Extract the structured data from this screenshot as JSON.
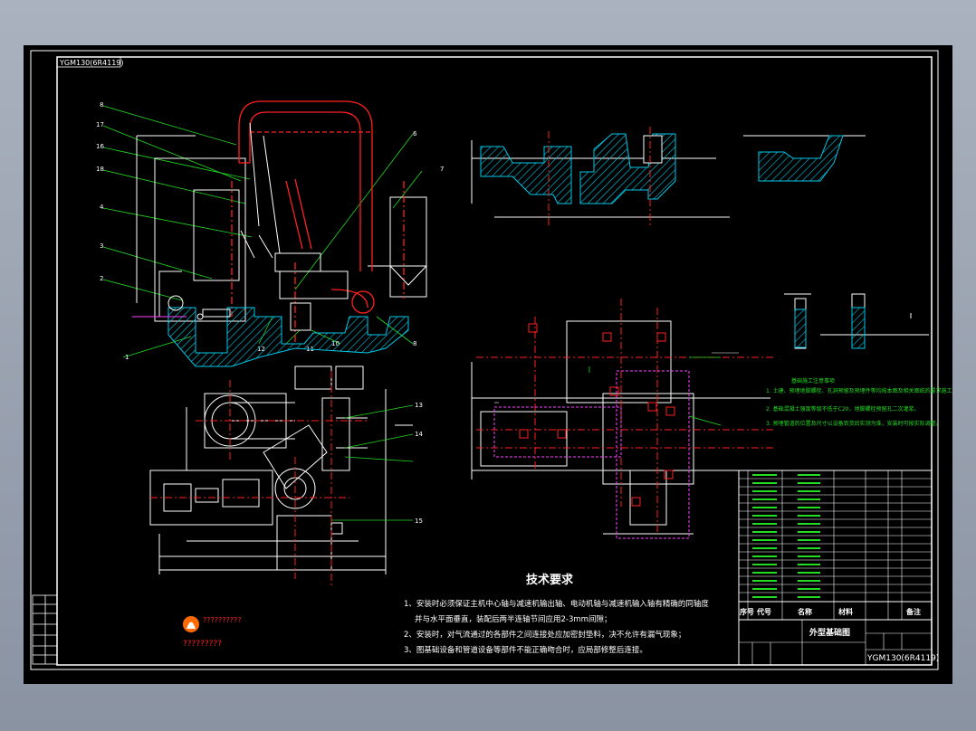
{
  "drawing": {
    "top_left_label": "YGM130(6R4119)",
    "title_block": {
      "drawing_name": "外型基础图",
      "drawing_number": "YGM130(6R4119)"
    },
    "tech_requirements": {
      "heading": "技术要求",
      "items": [
        "1、安装时必须保证主机中心轴与减速机输出轴、电动机轴与减速机输入轴有精确的同轴度",
        "并与水平面垂直，装配后两半连轴节间应用2-3mm间隙；",
        "2、安装时，对气流通过的各部件之间连接处应加密封垫料，决不允许有漏气现象；",
        "3、图基础设备和管道设备等部件不能正确吻合时，应局部修整后连接。"
      ]
    },
    "bom_header": {
      "col1": "序号",
      "col2": "代号",
      "col3": "名称",
      "col4": "材料",
      "col5": "备注"
    },
    "left_callouts": [
      "8",
      "17",
      "16",
      "18",
      "4",
      "3",
      "2",
      "1"
    ],
    "right_callouts": [
      "6",
      "7",
      "8",
      "10",
      "11",
      "12",
      "13",
      "14",
      "15"
    ],
    "logo_text": "??????????",
    "logo_caption": "?????????",
    "foundation_notes_title": "基础施工注意事项",
    "foundation_notes": [
      "1. 土建、预埋地脚螺栓、孔洞预留及预埋件等均按本图及相关图纸的要求施工。",
      "2. 基础混凝土强度等级不低于C20，地脚螺栓预留孔二次灌浆。",
      "3. 预埋管道的位置及尺寸以设备到货后实测为准，安装时可按实际调整。"
    ]
  },
  "colors": {
    "background_sheet": "#000000",
    "line_white": "#ffffff",
    "line_red": "#ff2020",
    "line_green": "#22dd22",
    "line_cyan": "#00c8e8",
    "line_magenta": "#ff40ff",
    "line_yellow": "#f5f520"
  }
}
